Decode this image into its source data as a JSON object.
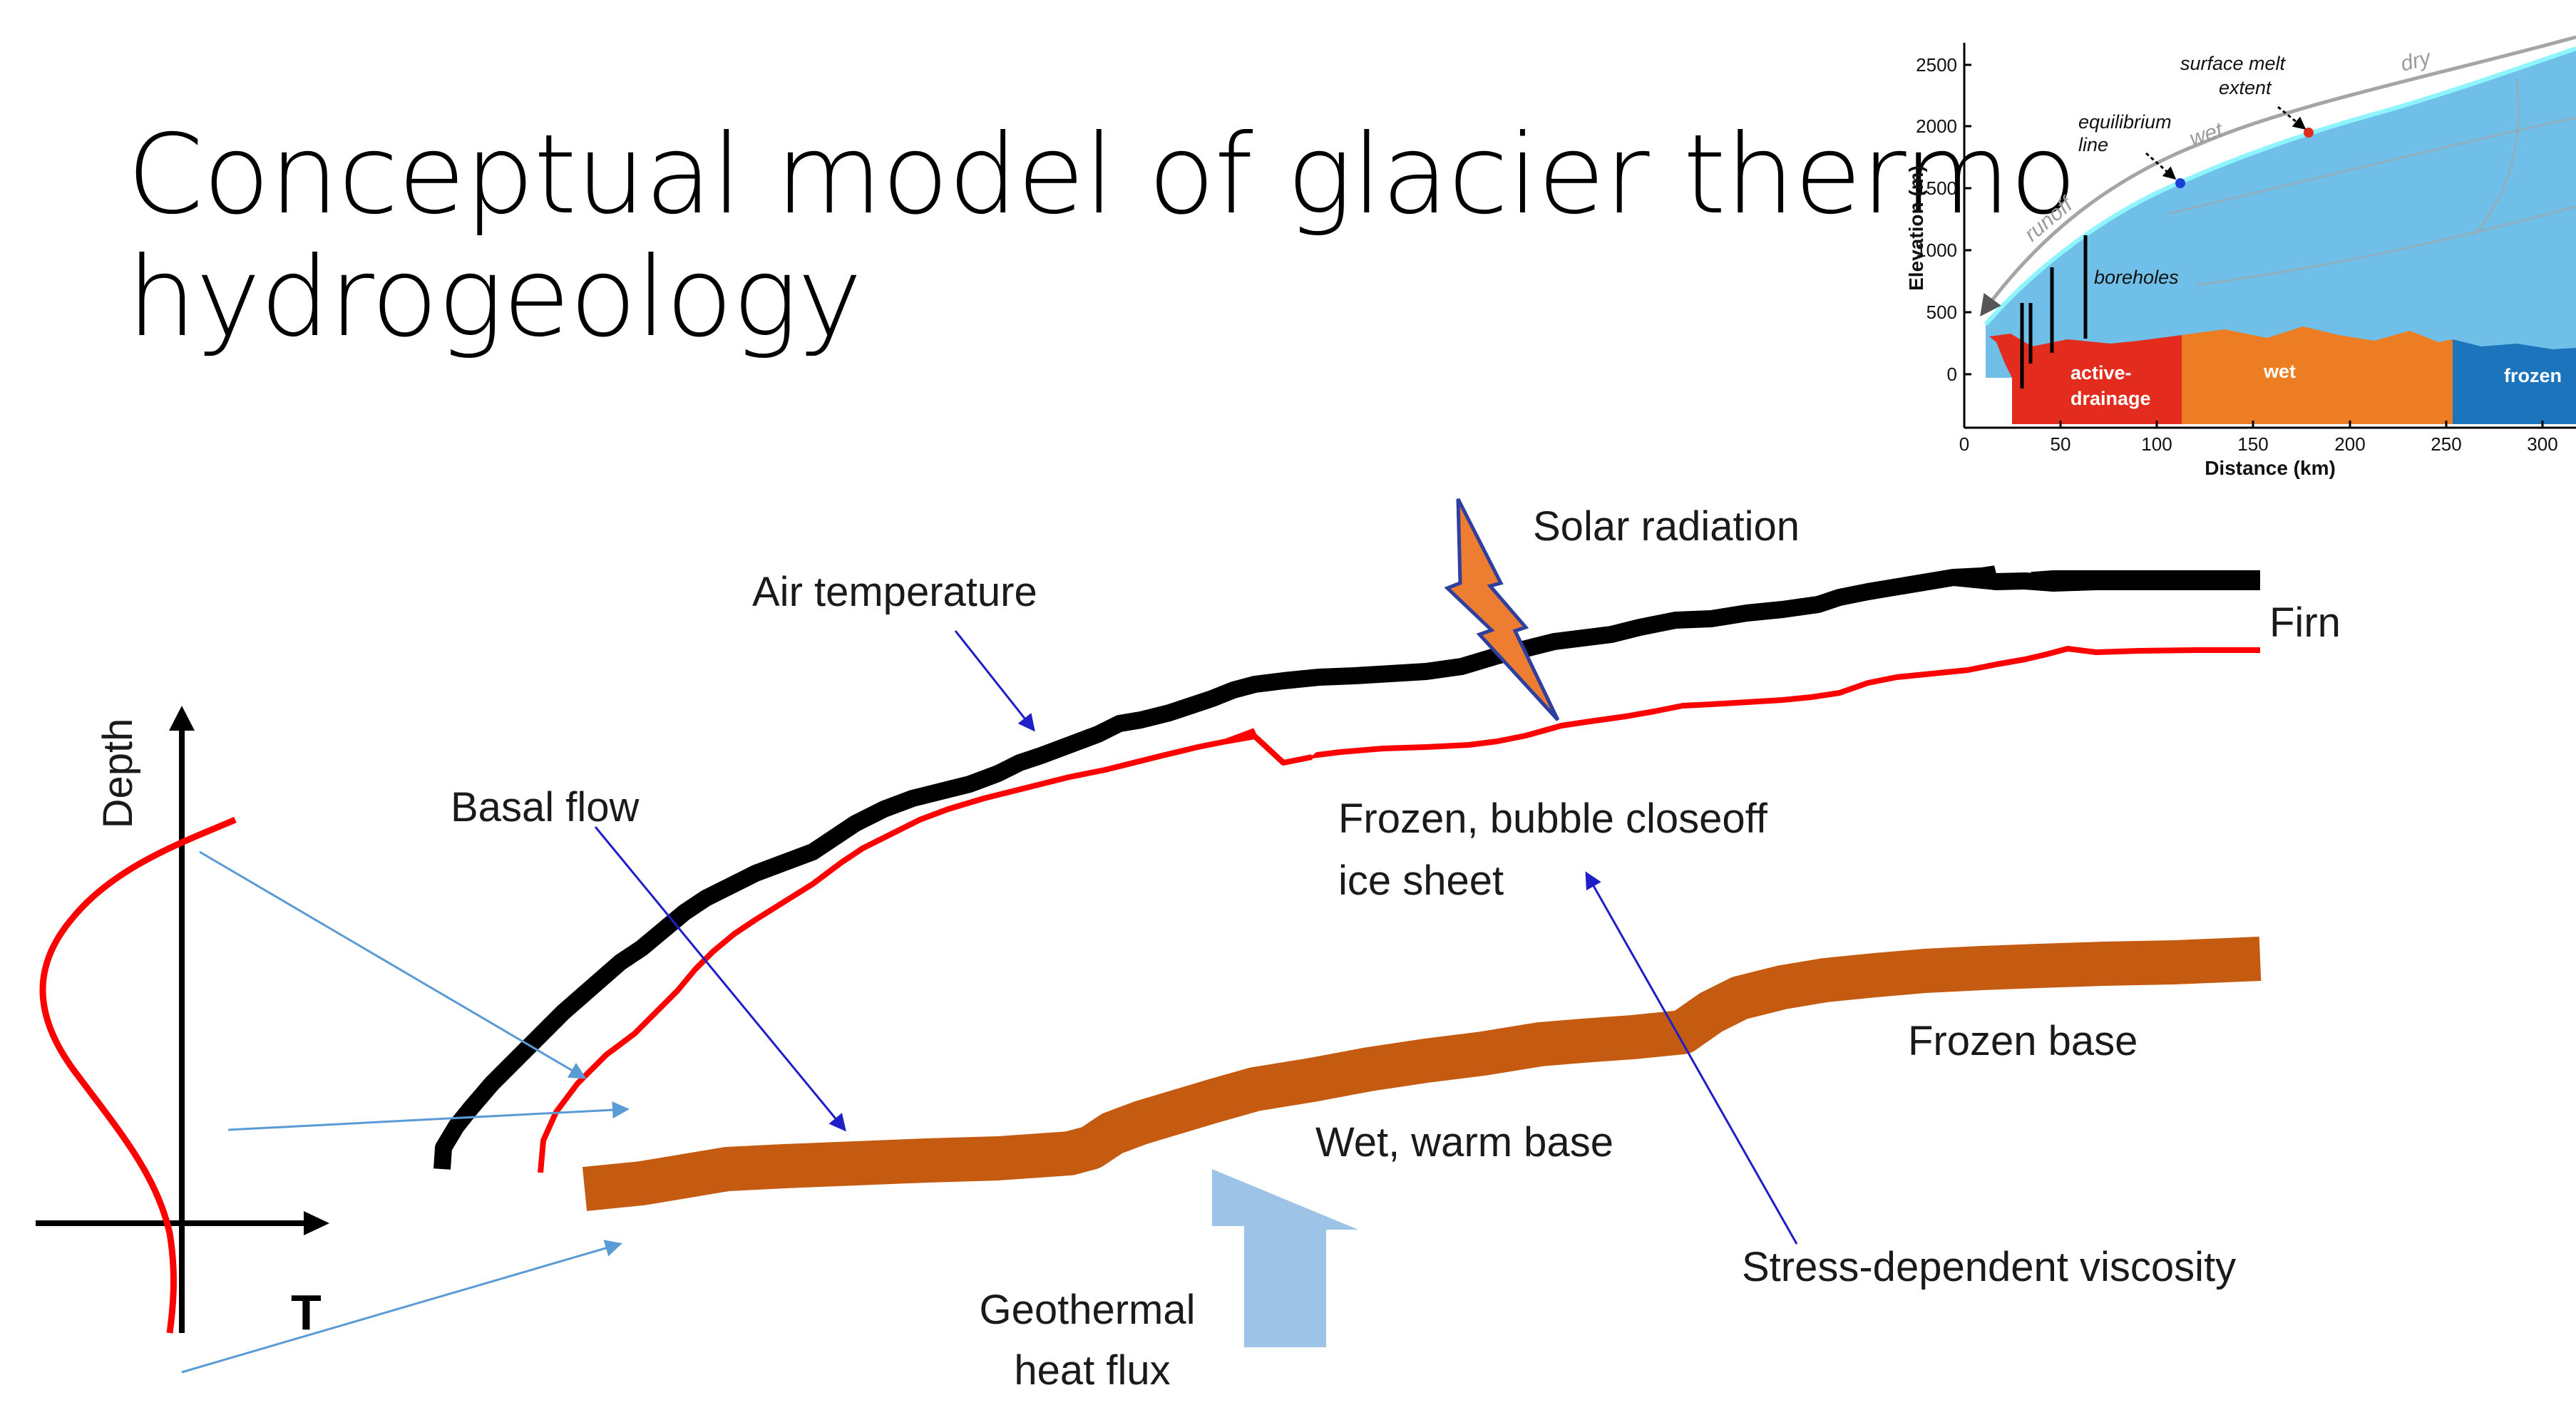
{
  "title": {
    "line1": "Conceptual model of glacier thermo",
    "line2": "hydrogeology"
  },
  "labels": {
    "solar_radiation": "Solar radiation",
    "air_temperature": "Air temperature",
    "firn": "Firn",
    "basal_flow": "Basal flow",
    "frozen_bubble_line1": "Frozen, bubble closeoff",
    "frozen_bubble_line2": "ice sheet",
    "frozen_base": "Frozen base",
    "wet_warm_base": "Wet, warm base",
    "stress_viscosity": "Stress-dependent viscosity",
    "geothermal_line1": "Geothermal",
    "geothermal_line2": "heat flux",
    "depth_axis": "Depth",
    "t_axis": "T"
  },
  "inset": {
    "ylabel": "Elevation (m)",
    "xlabel": "Distance (km)",
    "yticks": [
      "2500",
      "2000",
      "1500",
      "1000",
      "500",
      "0"
    ],
    "xticks": [
      "0",
      "50",
      "100",
      "150",
      "200",
      "250",
      "300"
    ],
    "annotations": {
      "surface_melt_line1": "surface melt",
      "surface_melt_line2": "extent",
      "equilibrium_line1": "equilibrium",
      "equilibrium_line2": "line",
      "boreholes": "boreholes",
      "runoff": "runoff",
      "wet": "wet",
      "dry": "dry"
    },
    "zones": {
      "active_line1": "active-",
      "active_line2": "drainage",
      "wet": "wet",
      "frozen": "frozen"
    }
  },
  "colors": {
    "surface_line": "#000000",
    "firn_line": "#ff0000",
    "bed_band": "#c55a11",
    "solar_bolt": "#ed7d31",
    "solar_bolt_outline": "#2f3fa0",
    "geothermal_arrow": "#9dc3e6",
    "pointer_dark": "#1f1fc8",
    "pointer_light": "#5b9bd5",
    "profile_curve": "#ff0000",
    "inset_ice": "#6fbfe8",
    "inset_active": "#e32c1e",
    "inset_wet": "#ed7d22",
    "inset_frozen": "#1c75bc"
  }
}
